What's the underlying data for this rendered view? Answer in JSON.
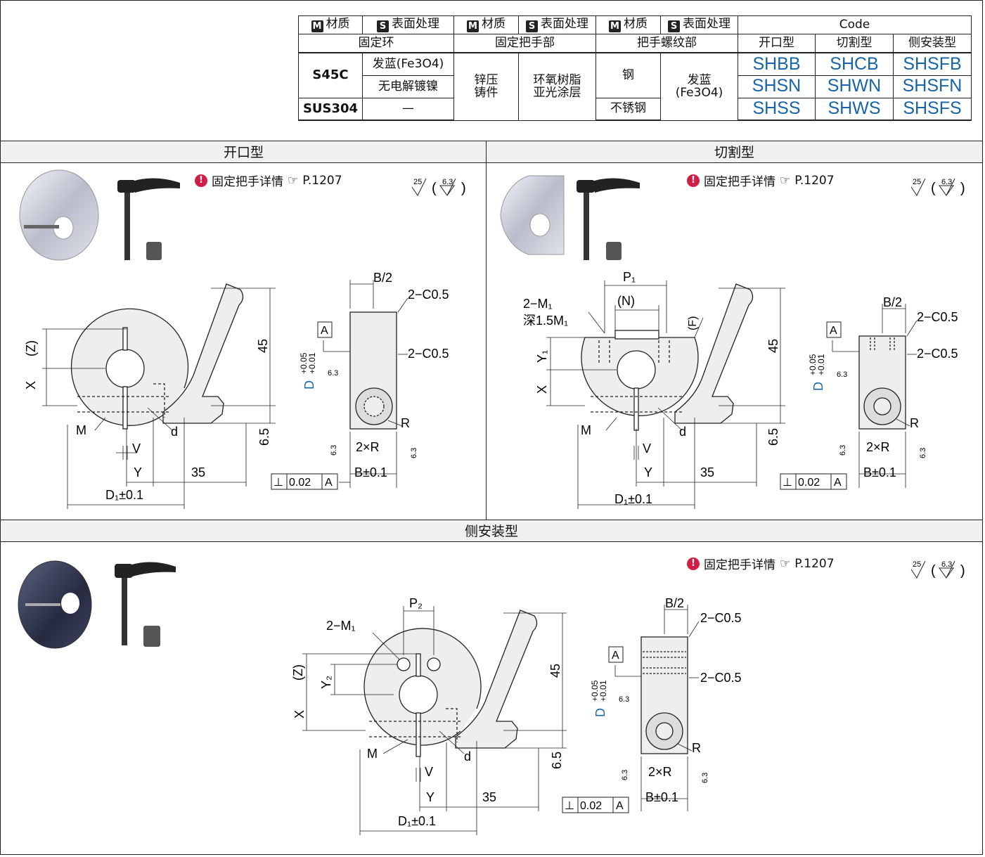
{
  "table": {
    "mat_label": "材质",
    "surf_label": "表面处理",
    "m_icon": "M",
    "s_icon": "S",
    "code_label": "Code",
    "groups": [
      "固定环",
      "固定把手部",
      "把手螺纹部"
    ],
    "types": [
      "开口型",
      "切割型",
      "侧安装型"
    ],
    "s45c": "S45C",
    "sus304": "SUS304",
    "blue_fe": "发蓝(Fe3O4)",
    "nickel": "无电解镀镍",
    "dash": "—",
    "zinc": "锌压\n铸件",
    "epoxy": "环氧树脂\n亚光涂层",
    "steel": "钢",
    "blue_fe2": "发蓝\n(Fe3O4)",
    "stainless": "不锈钢",
    "codes": [
      [
        "SHBB",
        "SHCB",
        "SHSFB"
      ],
      [
        "SHSN",
        "SHWN",
        "SHSFN"
      ],
      [
        "SHSS",
        "SHWS",
        "SHSFS"
      ]
    ]
  },
  "sections": {
    "open": "开口型",
    "cut": "切割型",
    "side": "侧安装型"
  },
  "ref_text": "固定把手详情",
  "ref_page": "P.1207",
  "ref_icon": "!",
  "roughness": {
    "a": "25",
    "b": "6.3"
  },
  "dims": {
    "b2": "B/2",
    "c05": "2−C0.5",
    "a": "A",
    "d_tol": "D",
    "tol_up": "+0.05",
    "tol_lo": "+0.01",
    "r63": "6.3",
    "r": "R",
    "x2r": "2×R",
    "b01": "B±0.1",
    "perp": "⊥",
    "perp_val": "0.02",
    "perp_ref": "A",
    "z": "(Z)",
    "x": "X",
    "m": "M",
    "d": "d",
    "v": "V",
    "y": "Y",
    "d1": "D₁±0.1",
    "n35": "35",
    "n45": "45",
    "n65": "6.5",
    "p1": "P₁",
    "p2": "P₂",
    "n": "(N)",
    "f": "(F)",
    "m1": "2−M₁",
    "m1deep": "深1.5M₁",
    "y1": "Y₁",
    "y2": "Y₂"
  }
}
